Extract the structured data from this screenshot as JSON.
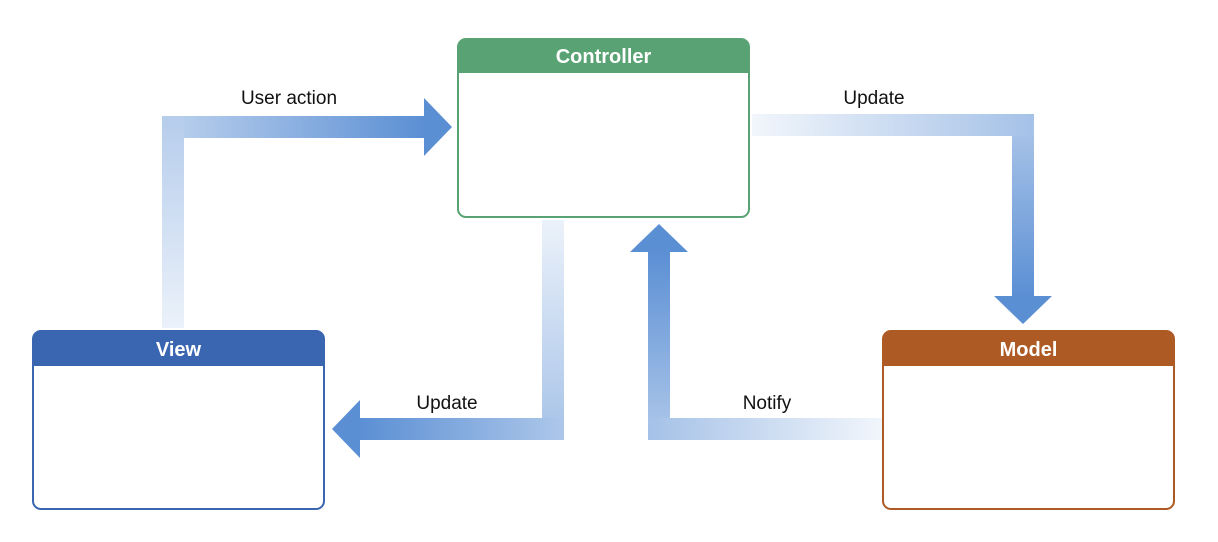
{
  "nodes": {
    "controller": {
      "title": "Controller",
      "color": "#59a273"
    },
    "view": {
      "title": "View",
      "color": "#3a65b0"
    },
    "model": {
      "title": "Model",
      "color": "#ad5a25"
    }
  },
  "edges": {
    "user_action": {
      "label": "User action",
      "from": "View",
      "to": "Controller"
    },
    "update_model": {
      "label": "Update",
      "from": "Controller",
      "to": "Model"
    },
    "update_view": {
      "label": "Update",
      "from": "Controller",
      "to": "View"
    },
    "notify": {
      "label": "Notify",
      "from": "Model",
      "to": "Controller"
    }
  },
  "arrow_color": "#5b8fd4"
}
